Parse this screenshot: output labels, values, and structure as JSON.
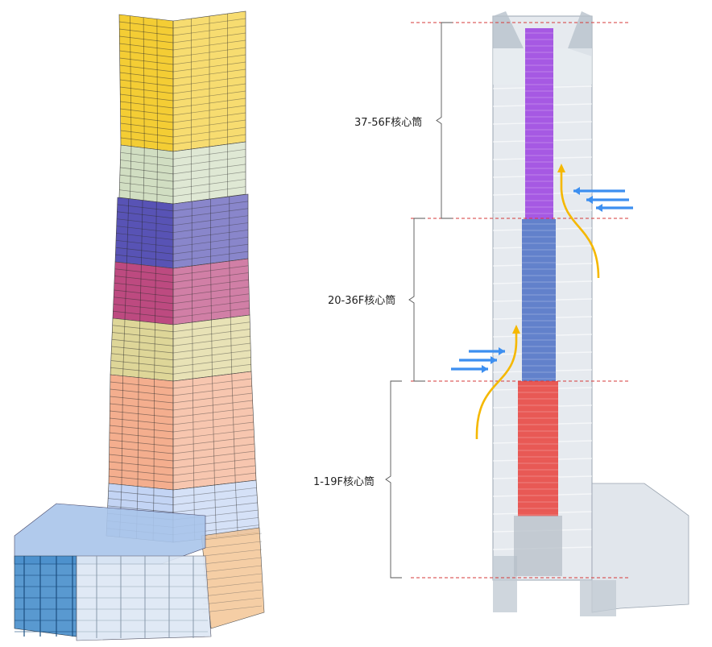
{
  "zones": [
    {
      "label": "37-56F核心筒",
      "color": "#9a3fe0"
    },
    {
      "label": "20-36F核心筒",
      "color": "#4a6fc4"
    },
    {
      "label": "1-19F核心筒",
      "color": "#e8403a"
    }
  ],
  "structure_bands": [
    {
      "floors": "top",
      "color": "#f2c411"
    },
    {
      "floors": "upper",
      "color": "#c9d8b7"
    },
    {
      "floors": "upper-mid",
      "color": "#3b35a8"
    },
    {
      "floors": "mid",
      "color": "#b22a6a"
    },
    {
      "floors": "lower-mid",
      "color": "#d8cf86"
    },
    {
      "floors": "lower",
      "color": "#f2a07a"
    },
    {
      "floors": "lower-left",
      "color": "#a99f86"
    },
    {
      "floors": "base",
      "color": "#b9cdf2"
    },
    {
      "floors": "podium",
      "color": "#3c87c8"
    }
  ],
  "colors": {
    "divider_line": "#d63a3a",
    "wind_arrow": "#3d8ff0",
    "flow_arrow": "#f5b800",
    "glass": "#c7d1dc"
  }
}
